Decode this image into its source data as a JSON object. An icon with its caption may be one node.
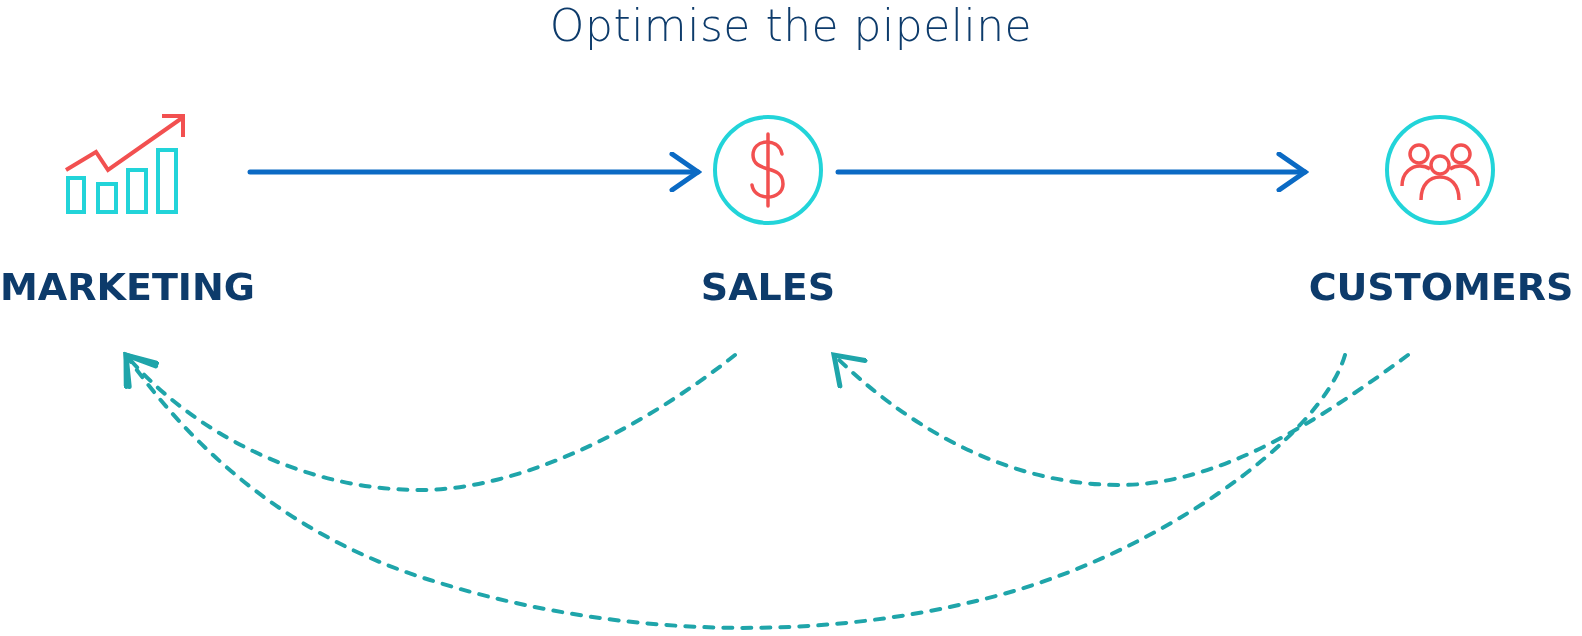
{
  "diagram": {
    "title": "Optimise the pipeline",
    "nodes": [
      {
        "text": [
          "MARKETING"
        ]
      },
      {
        "text": [
          "SALES"
        ]
      },
      {
        "text": [
          "CUSTOMERS"
        ]
      }
    ],
    "edges": [
      {
        "from": 0,
        "to": 1,
        "arrow": "to"
      },
      {
        "from": 1,
        "to": 2,
        "arrow": "to"
      },
      {
        "from": 1,
        "to": 0,
        "arrow": "to",
        "style": "dashed",
        "color": "#1fa5aa"
      },
      {
        "from": 2,
        "to": 1,
        "arrow": "to",
        "style": "dashed",
        "color": "#1fa5aa"
      },
      {
        "from": 2,
        "to": 0,
        "arrow": "to",
        "style": "dashed",
        "color": "#1fa5aa"
      }
    ]
  }
}
